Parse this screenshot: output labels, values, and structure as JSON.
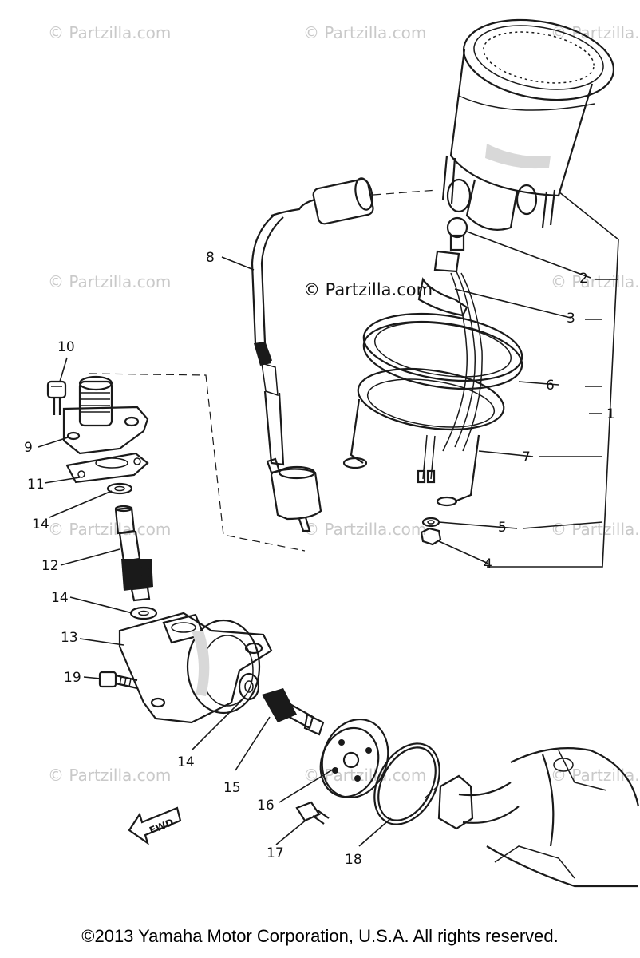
{
  "watermark": {
    "text": "© Partzilla.com"
  },
  "center_watermark": "© Partzilla.com",
  "callouts": {
    "c1": "1",
    "c2": "2",
    "c3": "3",
    "c4": "4",
    "c5": "5",
    "c6": "6",
    "c7": "7",
    "c8": "8",
    "c9": "9",
    "c10": "10",
    "c11": "11",
    "c12": "12",
    "c13": "13",
    "c14a": "14",
    "c14b": "14",
    "c14c": "14",
    "c15": "15",
    "c16": "16",
    "c17": "17",
    "c18": "18",
    "c19": "19"
  },
  "fwd_label": "FWD",
  "copyright": "©2013 Yamaha Motor Corporation, U.S.A. All rights reserved.",
  "colors": {
    "line": "#1a1a1a",
    "watermark": "#c9c9c9",
    "background": "#ffffff"
  }
}
